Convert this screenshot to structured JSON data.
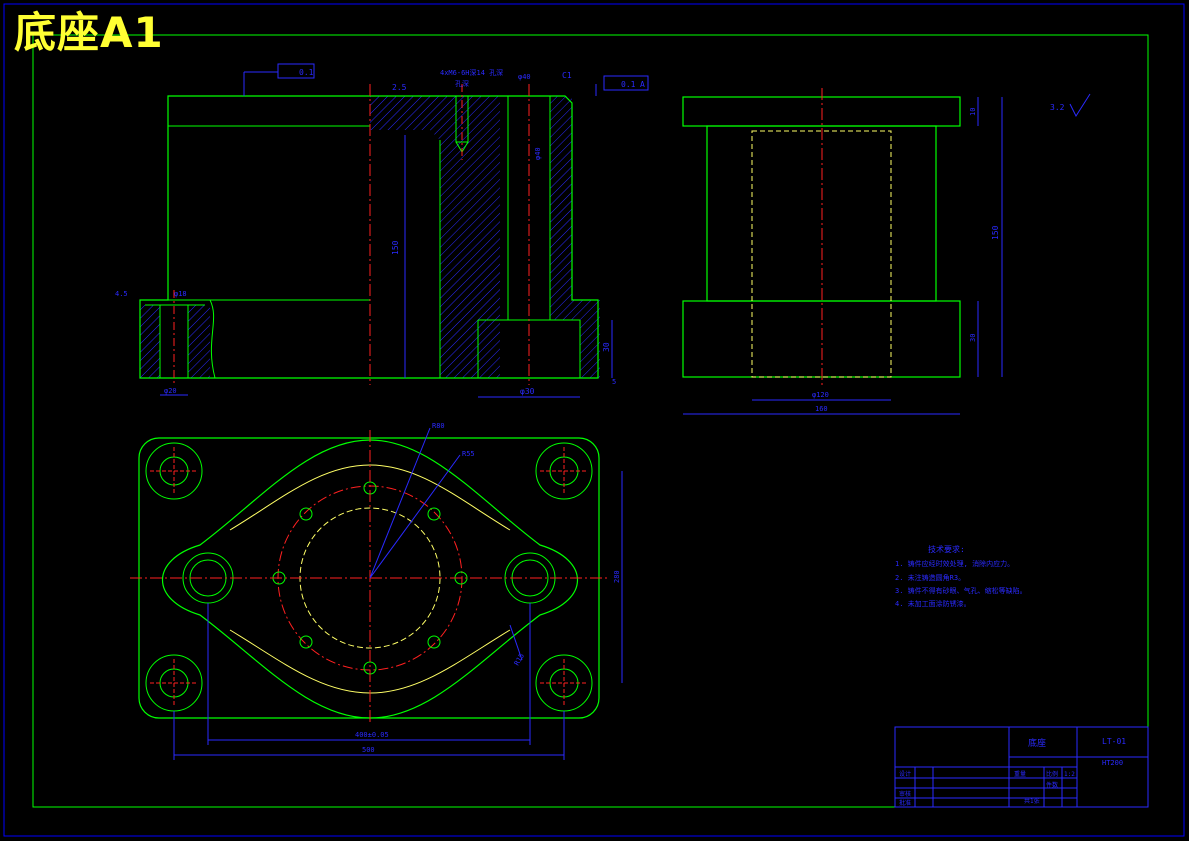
{
  "sheet_title": "底座A1",
  "colors": {
    "background": "#000000",
    "frame": "#0000ff",
    "outline": "#00ff00",
    "hidden": "#ffff66",
    "center": "#ff2020",
    "dimension": "#2a2aff",
    "hatch": "#2a2aff",
    "title": "#ffff33"
  },
  "annotations": {
    "flatness_value": "0.1",
    "roughness_note": "3.2",
    "chamfer_left": "2.5",
    "chamfer_right": "C1",
    "parallel_value": "0.1",
    "parallel_datum": "A",
    "surface_finish": "3.2",
    "tap_note": "4xM6-6H深14 孔深",
    "tap_depth": "孔深",
    "small_dia": "φ18",
    "hole_dia_top": "φ40",
    "depth_left": "4.5",
    "dim_height_main": "150",
    "dim_bore_small": "φ20",
    "dim_bore_large": "φ40",
    "dim_step": "30",
    "dim_gap": "5",
    "dim_bottom_bore": "φ30",
    "side_dim_top": "10",
    "side_dim_total": "150",
    "side_dim_base": "30",
    "side_dim_inner": "φ120",
    "side_dim_width": "160",
    "plan_r1": "R80",
    "plan_r2": "R55",
    "plan_r3": "R15",
    "plan_dim_width": "400±0.05",
    "plan_dim_total": "500",
    "plan_dim_height": "280"
  },
  "tech_req": {
    "title": "技术要求:",
    "items": [
      "1. 铸件应经时效处理, 消除内应力。",
      "2. 未注铸造圆角R3。",
      "3. 铸件不得有砂眼、气孔、缩松等缺陷。",
      "4. 未加工面涂防锈漆。"
    ]
  },
  "title_block": {
    "part_name": "底座",
    "drawing_no": "LT-01",
    "material": "HT200",
    "scale_label": "比例",
    "scale": "1:2",
    "sheet": "共1张",
    "row_labels": [
      "设计",
      "审核",
      "批准"
    ],
    "mass": "重量",
    "count": "件数"
  }
}
